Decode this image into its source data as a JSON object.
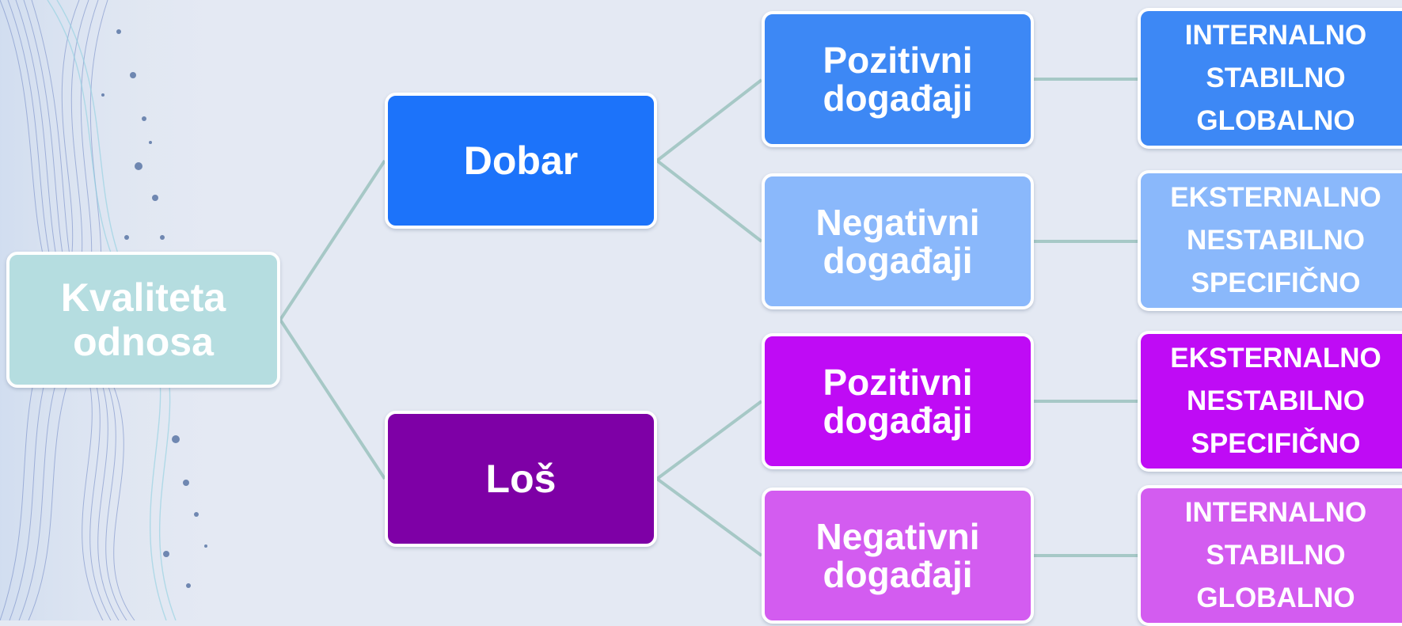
{
  "colors": {
    "background": "#e4e9f3",
    "connector": "#a6c8c6",
    "root": "#b5dde0",
    "good": "#1c73fa",
    "good_positive": "#3d88f5",
    "good_negative": "#8ab8fb",
    "bad": "#7e00a6",
    "bad_positive": "#bf0bf5",
    "bad_negative": "#d35cf0"
  },
  "root": {
    "line1": "Kvaliteta",
    "line2": "odnosa"
  },
  "branches": [
    {
      "label": "Dobar",
      "events": [
        {
          "line1": "Pozitivni",
          "line2": "događaji",
          "attributions": [
            "INTERNALNO",
            "STABILNO",
            "GLOBALNO"
          ]
        },
        {
          "line1": "Negativni",
          "line2": "događaji",
          "attributions": [
            "EKSTERNALNO",
            "NESTABILNO",
            "SPECIFIČNO"
          ]
        }
      ]
    },
    {
      "label": "Loš",
      "events": [
        {
          "line1": "Pozitivni",
          "line2": "događaji",
          "attributions": [
            "EKSTERNALNO",
            "NESTABILNO",
            "SPECIFIČNO"
          ]
        },
        {
          "line1": "Negativni",
          "line2": "događaji",
          "attributions": [
            "INTERNALNO",
            "STABILNO",
            "GLOBALNO"
          ]
        }
      ]
    }
  ]
}
